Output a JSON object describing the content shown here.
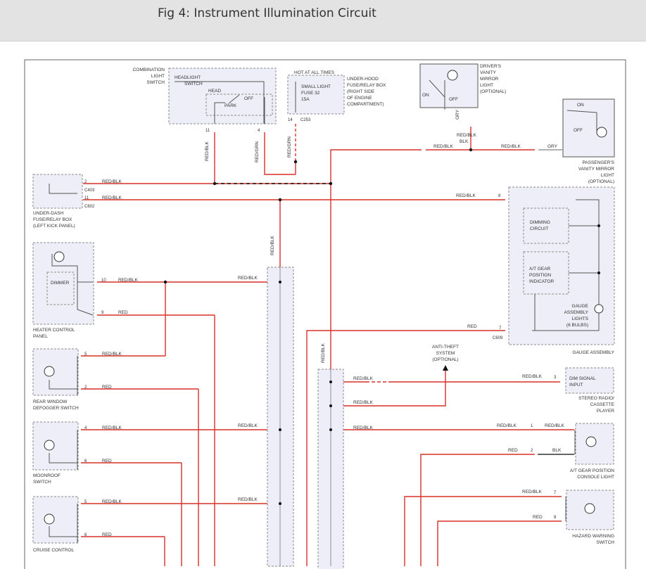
{
  "title": "Fig 4: Instrument Illumination Circuit",
  "colors": {
    "wire_red": "#d9302a",
    "wire_gray": "#9a9a9a",
    "box_fill": "#eeeef8",
    "box_stroke": "#8a8a8a",
    "ink": "#333333"
  },
  "labels": {
    "combo": [
      "COMBINATION",
      "LIGHT",
      "SWITCH"
    ],
    "hl_switch": [
      "HEADLIGHT",
      "SWITCH"
    ],
    "head": "HEAD",
    "park": "PARK",
    "off": "OFF",
    "pin_11": "11",
    "pin_4": "4",
    "pin_14": "14",
    "c253": "C253",
    "hot": "HOT AT ALL TIMES",
    "small_fuse": [
      "SMALL LIGHT",
      "FUSE 32",
      "15A"
    ],
    "underhood": [
      "UNDER-HOOD",
      "FUSE/RELAY BOX",
      "(RIGHT SIDE",
      "OF ENGINE",
      "COMPARTMENT)"
    ],
    "drv_mirror": [
      "DRIVER'S",
      "VANITY",
      "MIRROR",
      "LIGHT",
      "(OPTIONAL)"
    ],
    "on": "ON",
    "off2": "OFF",
    "pass_mirror": [
      "PASSENGER'S",
      "VANITY MIRROR",
      "LIGHT",
      "(OPTIONAL)"
    ],
    "red_blk": "RED/BLK",
    "red_grn": "RED/GRN",
    "gry": "GRY",
    "red": "RED",
    "blk": "BLK",
    "underdash": [
      "UNDER-DASH",
      "FUSE/RELAY BOX",
      "(LEFT KICK PANEL)"
    ],
    "c403": "C403",
    "c602": "C602",
    "c609": "C609",
    "pin_2": "2",
    "pin_8": "8",
    "pin_10": "10",
    "pin_9": "9",
    "pin_7": "7",
    "pin_5": "5",
    "pin_6": "6",
    "pin_3": "3",
    "pin_1": "1",
    "dimming": [
      "DIMMING",
      "CIRCUIT"
    ],
    "at_gear_ind": [
      "A/T GEAR",
      "POSITION",
      "INDICATOR"
    ],
    "gauge_lights": [
      "GAUGE",
      "ASSEMBLY",
      "LIGHTS",
      "(6 BULBS)"
    ],
    "gauge_asm": "GAUGE ASSEMBLY",
    "dimmer": "DIMMER",
    "heater": [
      "HEATER CONTROL",
      "PANEL"
    ],
    "rear_def": [
      "REAR WINDOW",
      "DEFOGGER SWITCH"
    ],
    "moonroof": [
      "MOONROOF",
      "SWITCH"
    ],
    "cruise": "CRUISE CONTROL",
    "anti_theft": [
      "ANTI-THEFT",
      "SYSTEM",
      "(OPTIONAL)"
    ],
    "dim_sig": [
      "DIM SIGNAL",
      "INPUT"
    ],
    "stereo": [
      "STEREO RADIO/",
      "CASSETTE",
      "PLAYER"
    ],
    "at_console": [
      "A/T GEAR POSITION",
      "CONSOLE LIGHT"
    ],
    "hazard": [
      "HAZARD WARNING",
      "SWITCH"
    ]
  }
}
